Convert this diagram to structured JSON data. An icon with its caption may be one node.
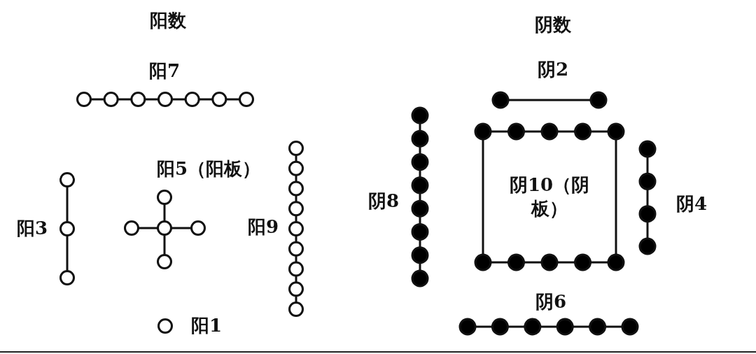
{
  "diagram": {
    "labels": [
      "阳数",
      "阴数",
      "阳7",
      "阴2",
      "阳5（阳板）",
      "阴8",
      "阴10（阴板）",
      "阴4",
      "阳3",
      "阳9",
      "阴6",
      "阳1"
    ]
  }
}
